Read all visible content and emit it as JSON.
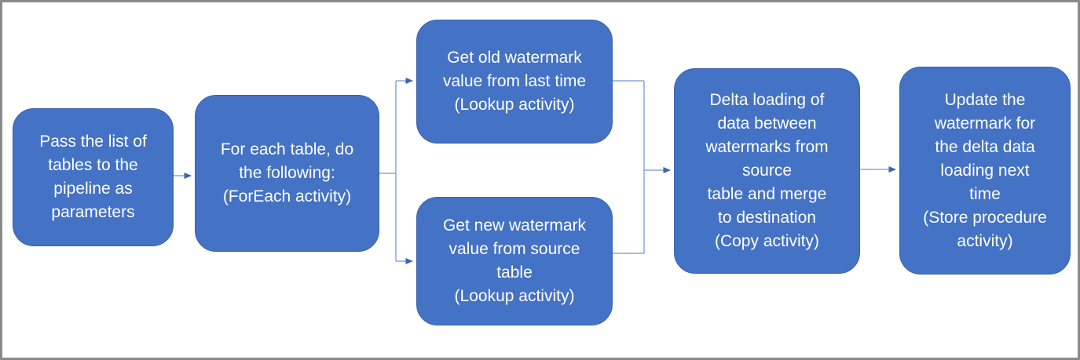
{
  "colors": {
    "node_fill": "#4472c4",
    "node_border": "#3b63ad",
    "connector_line": "#8aa5da",
    "arrowhead": "#3a66b5",
    "text": "#ffffff",
    "frame_border": "#8a8a8a",
    "background": "#ffffff"
  },
  "diagram": {
    "type": "flowchart",
    "nodes": [
      {
        "name": "pass-tables",
        "text": "Pass the list of\ntables to the\npipeline as\nparameters"
      },
      {
        "name": "foreach",
        "text": "For each table, do\nthe following:\n(ForEach activity)"
      },
      {
        "name": "get-old-watermark",
        "text": "Get old watermark\nvalue from last time\n(Lookup activity)"
      },
      {
        "name": "get-new-watermark",
        "text": "Get new watermark\nvalue from source\ntable\n(Lookup activity)"
      },
      {
        "name": "delta-loading",
        "text": "Delta loading of\ndata between\nwatermarks from\nsource\ntable and merge\nto destination\n(Copy activity)"
      },
      {
        "name": "update-watermark",
        "text": "Update the\nwatermark for\nthe delta data\nloading next\ntime\n(Store procedure\nactivity)"
      }
    ],
    "edges": [
      {
        "from": "pass-tables",
        "to": "foreach"
      },
      {
        "from": "foreach",
        "to": "get-old-watermark"
      },
      {
        "from": "foreach",
        "to": "get-new-watermark"
      },
      {
        "from": "get-old-watermark",
        "to": "delta-loading"
      },
      {
        "from": "get-new-watermark",
        "to": "delta-loading"
      },
      {
        "from": "delta-loading",
        "to": "update-watermark"
      }
    ]
  }
}
